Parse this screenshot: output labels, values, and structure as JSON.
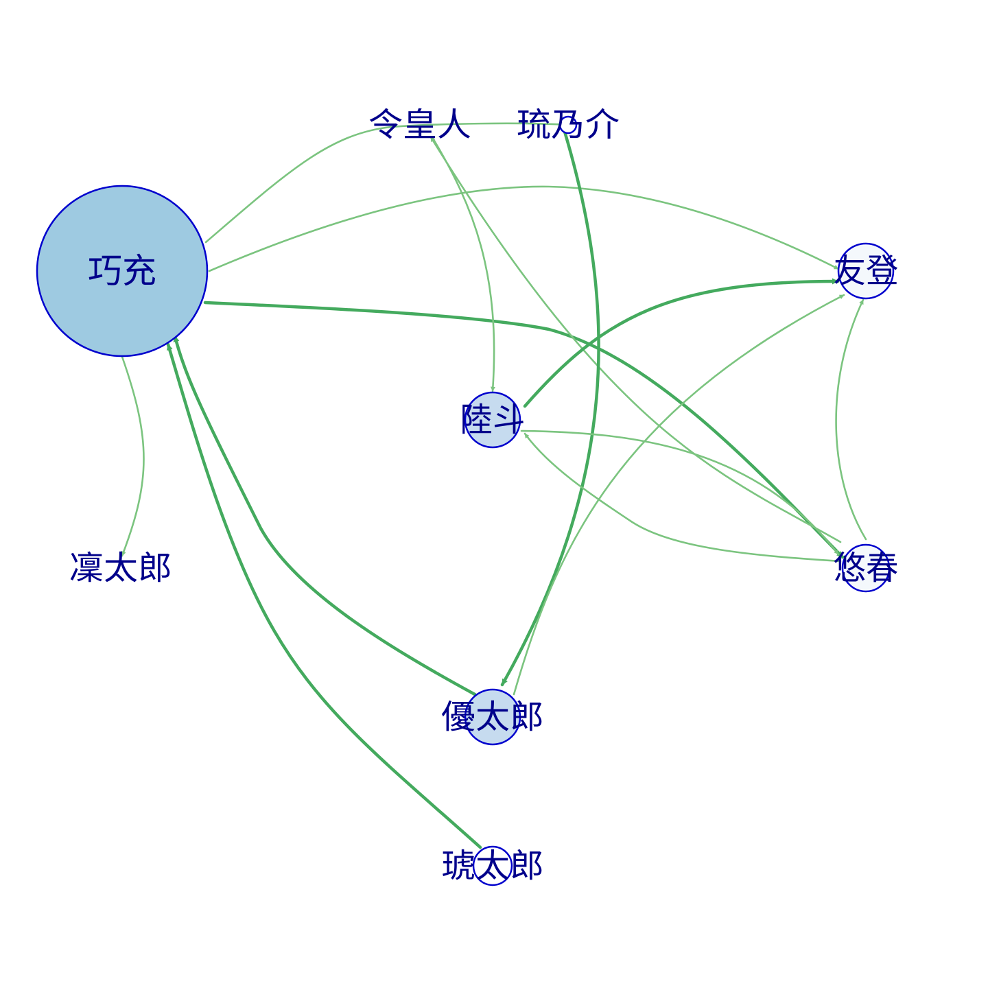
{
  "colors": {
    "node_border": "#0000cd",
    "label": "#00008b",
    "edge_thin": "#7bc47f",
    "edge_thick": "#44aa5e",
    "fill_large": "#9ecae1",
    "fill_medium": "#c6dbef",
    "fill_small": "#f4f8fc",
    "fill_none": "#ffffff"
  },
  "nodes": [
    {
      "id": "qiaochong",
      "label": "巧充",
      "size": "large",
      "fill": "fill_large"
    },
    {
      "id": "lingwang",
      "label": "令皇人",
      "size": "none",
      "fill": "fill_none"
    },
    {
      "id": "liunaijie",
      "label": "琉乃介",
      "size": "tiny",
      "fill": "fill_none"
    },
    {
      "id": "youdeng",
      "label": "友登",
      "size": "small",
      "fill": "fill_small"
    },
    {
      "id": "ludou",
      "label": "陸斗",
      "size": "medium",
      "fill": "fill_medium"
    },
    {
      "id": "linlang",
      "label": "凜太郎",
      "size": "none",
      "fill": "fill_none"
    },
    {
      "id": "youchun",
      "label": "悠春",
      "size": "small",
      "fill": "fill_small"
    },
    {
      "id": "youtailang",
      "label": "優太郎",
      "size": "medium",
      "fill": "fill_medium"
    },
    {
      "id": "hutailang",
      "label": "琥太郎",
      "size": "small",
      "fill": "fill_none"
    }
  ],
  "edges": [
    {
      "from": "qiaochong",
      "to": "liunaijie",
      "weight": "thin"
    },
    {
      "from": "qiaochong",
      "to": "youdeng",
      "weight": "thin"
    },
    {
      "from": "qiaochong",
      "to": "youchun",
      "weight": "thick"
    },
    {
      "from": "qiaochong",
      "to": "linlang",
      "weight": "thin"
    },
    {
      "from": "lingwang",
      "to": "ludou",
      "weight": "thin"
    },
    {
      "from": "youchun",
      "to": "lingwang",
      "weight": "thin"
    },
    {
      "from": "liunaijie",
      "to": "youtailang",
      "weight": "thick"
    },
    {
      "from": "ludou",
      "to": "youdeng",
      "weight": "thick"
    },
    {
      "from": "youtailang",
      "to": "youdeng",
      "weight": "thin"
    },
    {
      "from": "youchun",
      "to": "youdeng",
      "weight": "thin"
    },
    {
      "from": "youchun",
      "to": "ludou",
      "weight": "thin"
    },
    {
      "from": "ludou",
      "to": "youchun",
      "weight": "thin"
    },
    {
      "from": "youtailang",
      "to": "qiaochong",
      "weight": "thick"
    },
    {
      "from": "hutailang",
      "to": "qiaochong",
      "weight": "thick"
    }
  ]
}
